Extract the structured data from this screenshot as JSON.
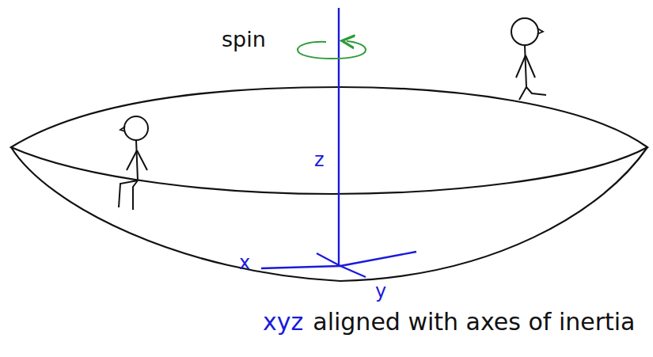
{
  "diagram": {
    "labels": [
      "spin",
      "z",
      "x",
      "y",
      "xyz",
      "aligned with axes of inertia"
    ]
  }
}
